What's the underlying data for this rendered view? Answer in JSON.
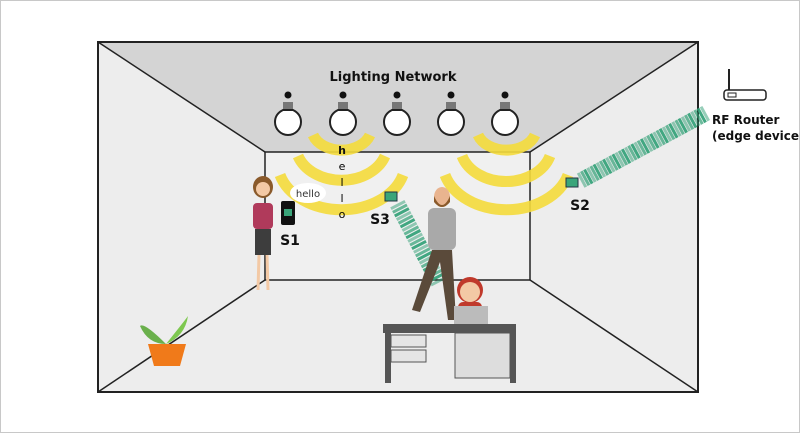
{
  "title": "Lighting Network",
  "bubble_text": "hello",
  "vertical_letters": [
    "h",
    "e",
    "l",
    "l",
    "o"
  ],
  "sensors": {
    "s1": "S1",
    "s2": "S2",
    "s3": "S3"
  },
  "router": {
    "line1": "RF Router",
    "line2": "(edge device)"
  },
  "colors": {
    "ceiling": "#d4d4d4",
    "wall": "#ededed",
    "light_wave": "#f5dc3c",
    "rf_signal": "#2e9e74"
  }
}
